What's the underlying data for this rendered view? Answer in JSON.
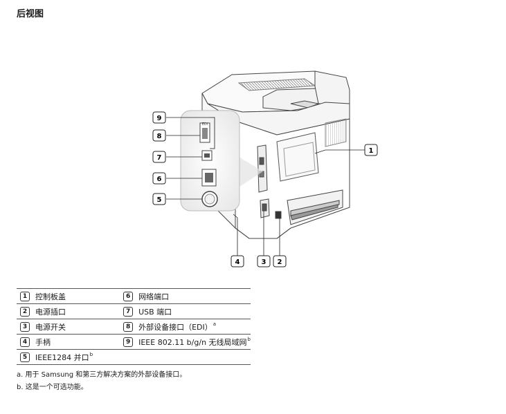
{
  "page": {
    "title": "后视图"
  },
  "callouts": [
    "1",
    "2",
    "3",
    "4",
    "5",
    "6",
    "7",
    "8",
    "9"
  ],
  "legend": {
    "rows": [
      {
        "left": {
          "num": "1",
          "label": "控制板盖",
          "sup": ""
        },
        "right": {
          "num": "6",
          "label": "网络端口",
          "sup": ""
        }
      },
      {
        "left": {
          "num": "2",
          "label": "电源插口",
          "sup": ""
        },
        "right": {
          "num": "7",
          "label": "USB 端口",
          "sup": ""
        }
      },
      {
        "left": {
          "num": "3",
          "label": "电源开关",
          "sup": ""
        },
        "right": {
          "num": "8",
          "label": "外部设备接口（EDI）",
          "sup": "a"
        }
      },
      {
        "left": {
          "num": "4",
          "label": "手柄",
          "sup": ""
        },
        "right": {
          "num": "9",
          "label": "IEEE 802.11 b/g/n 无线局域网",
          "sup": "b"
        }
      },
      {
        "left": {
          "num": "5",
          "label": "IEEE1284 并口",
          "sup": "b"
        },
        "right": null
      }
    ]
  },
  "notes": {
    "a": "a. 用于 Samsung 和第三方解决方案的外部设备接口。",
    "b": "b. 这是一个可选功能。"
  }
}
